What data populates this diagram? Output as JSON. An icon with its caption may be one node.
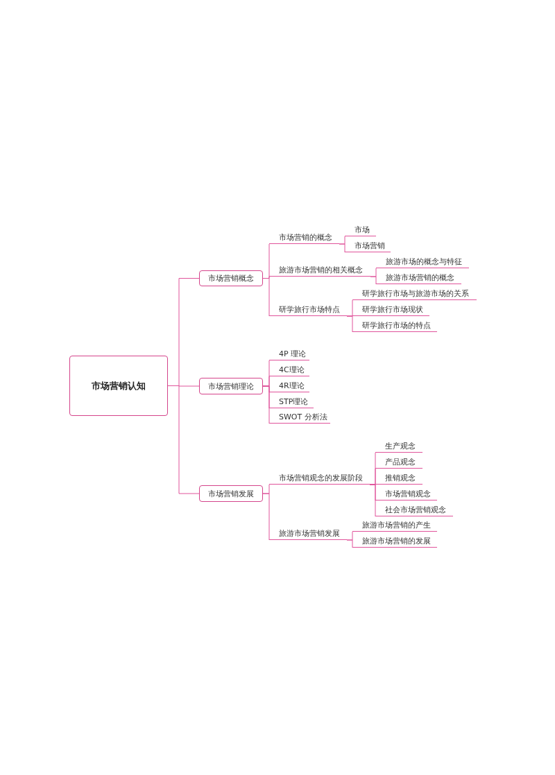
{
  "diagram": {
    "nodes": [
      {
        "text": [
          "市场营销认知"
        ]
      },
      {
        "text": [
          "市场营销概念"
        ]
      },
      {
        "text": [
          "市场营销的概念"
        ]
      },
      {
        "text": [
          "市场"
        ]
      },
      {
        "text": [
          "市场营销"
        ]
      },
      {
        "text": [
          "旅游市场营销的相关概念"
        ]
      },
      {
        "text": [
          "旅游市场的概念与特征"
        ]
      },
      {
        "text": [
          "旅游市场营销的概念"
        ]
      },
      {
        "text": [
          "研学旅行市场特点"
        ]
      },
      {
        "text": [
          "研学旅行市场与旅游市场的关系"
        ]
      },
      {
        "text": [
          "研学旅行市场现状"
        ]
      },
      {
        "text": [
          "研学旅行市场的特点"
        ]
      },
      {
        "text": [
          "市场营销理论"
        ]
      },
      {
        "text": [
          "4P 理论"
        ]
      },
      {
        "text": [
          "4C理论"
        ]
      },
      {
        "text": [
          "4R理论"
        ]
      },
      {
        "text": [
          "STP理论"
        ]
      },
      {
        "text": [
          "SWOT 分析法"
        ]
      },
      {
        "text": [
          "市场营销发展"
        ]
      },
      {
        "text": [
          "市场营销观念的发展阶段"
        ]
      },
      {
        "text": [
          "生产观念"
        ]
      },
      {
        "text": [
          "产品观念"
        ]
      },
      {
        "text": [
          "推销观念"
        ]
      },
      {
        "text": [
          "市场营销观念"
        ]
      },
      {
        "text": [
          "社会市场营销观念"
        ]
      },
      {
        "text": [
          "旅游市场营销发展"
        ]
      },
      {
        "text": [
          "旅游市场营销的产生"
        ]
      },
      {
        "text": [
          "旅游市场营销的发展"
        ]
      }
    ],
    "edges": [
      {
        "from": 0,
        "to": 1,
        "arrow": "none"
      },
      {
        "from": 0,
        "to": 12,
        "arrow": "none"
      },
      {
        "from": 0,
        "to": 18,
        "arrow": "none"
      },
      {
        "from": 1,
        "to": 2,
        "arrow": "none"
      },
      {
        "from": 2,
        "to": 3,
        "arrow": "none"
      },
      {
        "from": 2,
        "to": 4,
        "arrow": "none"
      },
      {
        "from": 1,
        "to": 5,
        "arrow": "none"
      },
      {
        "from": 5,
        "to": 6,
        "arrow": "none"
      },
      {
        "from": 5,
        "to": 7,
        "arrow": "none"
      },
      {
        "from": 1,
        "to": 8,
        "arrow": "none"
      },
      {
        "from": 8,
        "to": 9,
        "arrow": "none"
      },
      {
        "from": 8,
        "to": 10,
        "arrow": "none"
      },
      {
        "from": 8,
        "to": 11,
        "arrow": "none"
      },
      {
        "from": 12,
        "to": 13,
        "arrow": "none"
      },
      {
        "from": 12,
        "to": 14,
        "arrow": "none"
      },
      {
        "from": 12,
        "to": 15,
        "arrow": "none"
      },
      {
        "from": 12,
        "to": 16,
        "arrow": "none"
      },
      {
        "from": 12,
        "to": 17,
        "arrow": "none"
      },
      {
        "from": 18,
        "to": 19,
        "arrow": "none"
      },
      {
        "from": 19,
        "to": 20,
        "arrow": "none"
      },
      {
        "from": 19,
        "to": 21,
        "arrow": "none"
      },
      {
        "from": 19,
        "to": 22,
        "arrow": "none"
      },
      {
        "from": 19,
        "to": 23,
        "arrow": "none"
      },
      {
        "from": 19,
        "to": 24,
        "arrow": "none"
      },
      {
        "from": 18,
        "to": 25,
        "arrow": "none"
      },
      {
        "from": 25,
        "to": 26,
        "arrow": "none"
      },
      {
        "from": 25,
        "to": 27,
        "arrow": "none"
      }
    ]
  }
}
